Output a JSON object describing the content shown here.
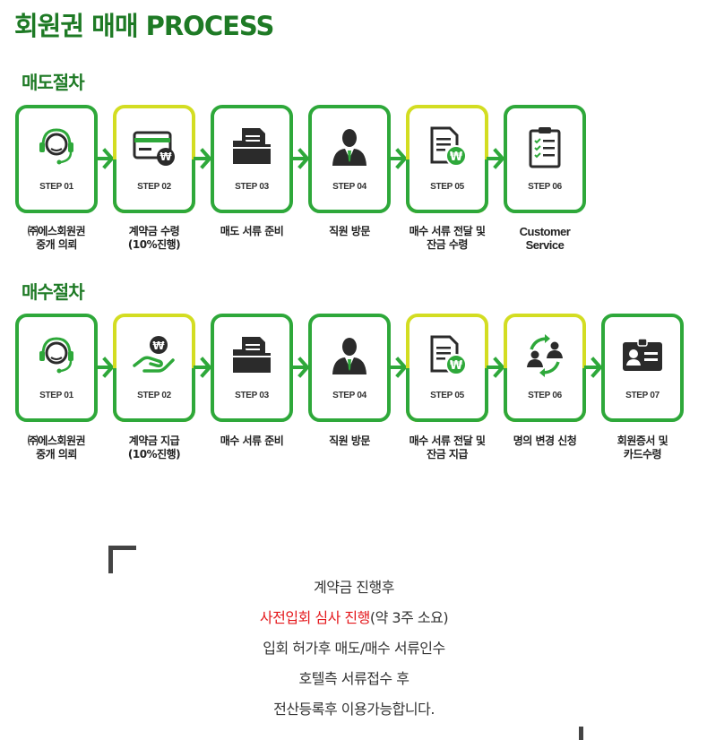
{
  "page_title": "회원권 매매 PROCESS",
  "sell": {
    "title": "매도절차",
    "steps": [
      {
        "step": "STEP 01",
        "caption1": "㈜에스회원권",
        "caption2": "중개 의뢰",
        "icon": "headset-operator-icon"
      },
      {
        "step": "STEP 02",
        "caption1": "계약금 수령",
        "caption2": "(10%진행)",
        "icon": "card-won-icon"
      },
      {
        "step": "STEP 03",
        "caption1": "매도 서류 준비",
        "caption2": "",
        "icon": "document-folder-icon"
      },
      {
        "step": "STEP 04",
        "caption1": "직원 방문",
        "caption2": "",
        "icon": "staff-person-icon"
      },
      {
        "step": "STEP 05",
        "caption1": "매수 서류 전달 및",
        "caption2": "잔금 수령",
        "icon": "document-won-icon"
      },
      {
        "step": "STEP 06",
        "caption1": "Customer",
        "caption2": "Service",
        "icon": "checklist-icon"
      }
    ]
  },
  "buy": {
    "title": "매수절차",
    "steps": [
      {
        "step": "STEP 01",
        "caption1": "㈜에스회원권",
        "caption2": "중개 의뢰",
        "icon": "headset-operator-icon"
      },
      {
        "step": "STEP 02",
        "caption1": "계약금 지급",
        "caption2": "(10%진행)",
        "icon": "hand-won-icon"
      },
      {
        "step": "STEP 03",
        "caption1": "매수 서류 준비",
        "caption2": "",
        "icon": "document-folder-icon"
      },
      {
        "step": "STEP 04",
        "caption1": "직원 방문",
        "caption2": "",
        "icon": "staff-person-icon"
      },
      {
        "step": "STEP 05",
        "caption1": "매수 서류 전달 및",
        "caption2": "잔금 지급",
        "icon": "document-won-icon"
      },
      {
        "step": "STEP 06",
        "caption1": "명의 변경 신청",
        "caption2": "",
        "icon": "exchange-people-icon"
      },
      {
        "step": "STEP 07",
        "caption1": "회원증서 및",
        "caption2": "카드수령",
        "icon": "id-card-icon"
      }
    ]
  },
  "notice": {
    "line1": "계약금 진행후",
    "line2_red": "사전입회 심사 진행",
    "line2_rest": "(약 3주 소요)",
    "line3": "입회 허가후 매도/매수 서류인수",
    "line4": "호텔측 서류접수 후",
    "line5": "전산등록후 이용가능합니다."
  },
  "colors": {
    "green_dark": "#2ea83a",
    "green_title": "#1e7a25",
    "yellow_green": "#d3dd22",
    "notice_red": "#e4181c"
  }
}
